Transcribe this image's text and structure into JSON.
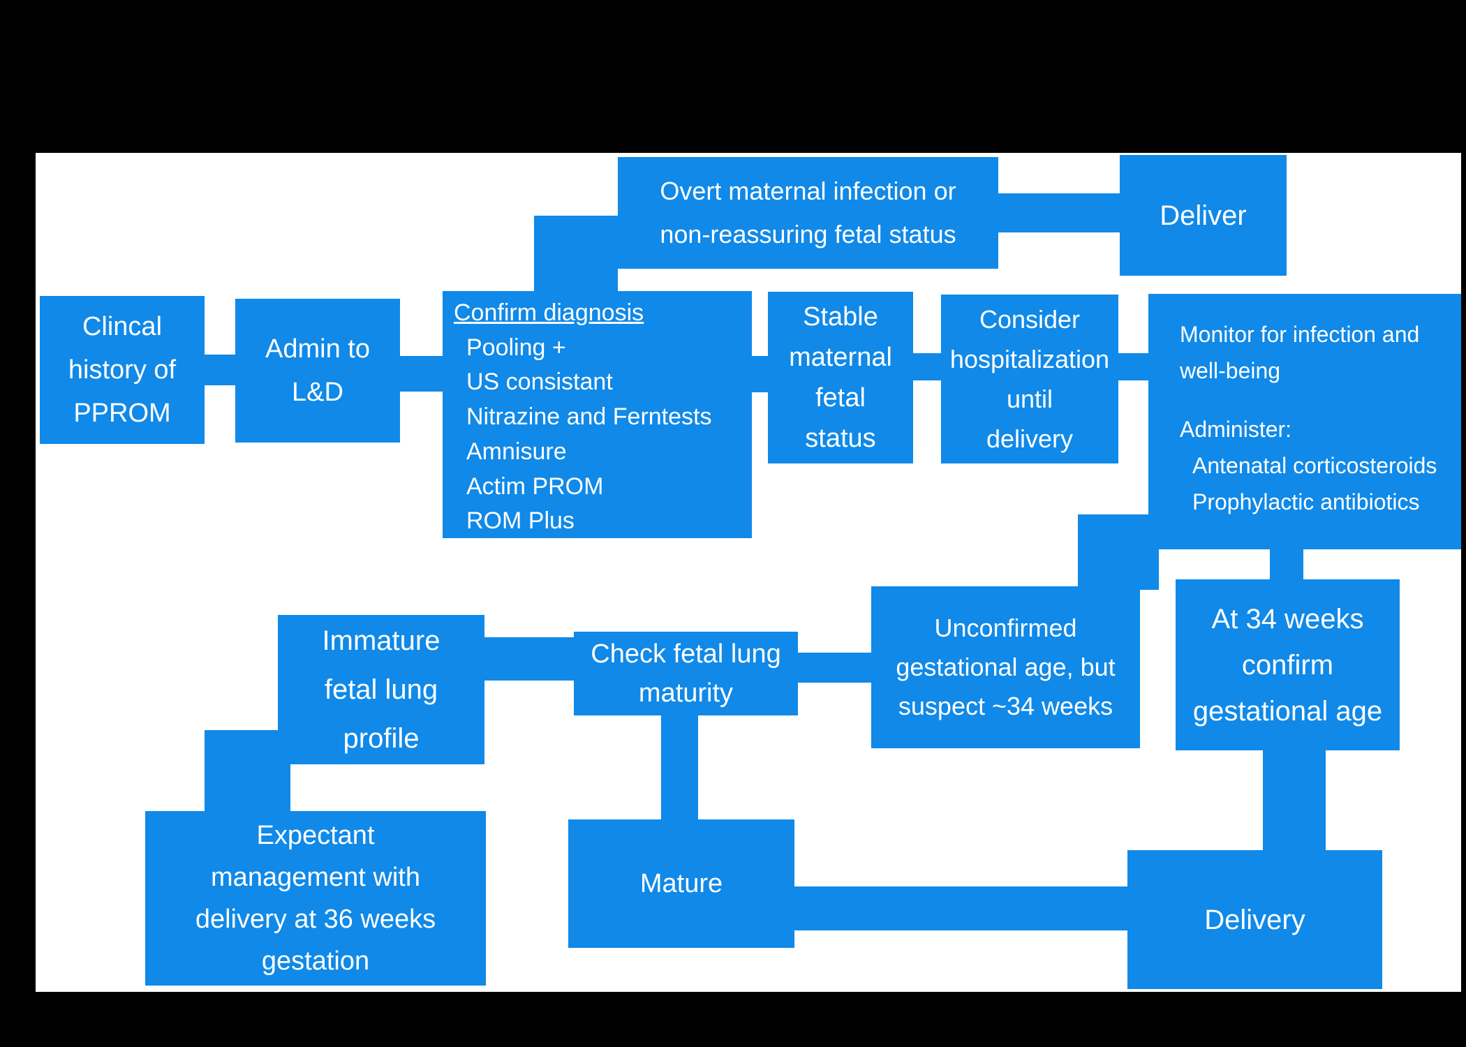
{
  "colors": {
    "background": "#000000",
    "panel": "#ffffff",
    "node_fill": "#1089e8",
    "node_text": "#ffffff"
  },
  "flowchart": {
    "nodes": [
      {
        "id": "overt-infection",
        "align": "center",
        "lines": [
          "Overt maternal infection or",
          "non-reassuring fetal status"
        ]
      },
      {
        "id": "deliver",
        "align": "center",
        "lines": [
          "Deliver"
        ]
      },
      {
        "id": "clinical-history",
        "align": "center",
        "lines": [
          "Clincal",
          "history of",
          "PPROM"
        ]
      },
      {
        "id": "admit-ld",
        "align": "center",
        "lines": [
          "Admin to",
          "L&D"
        ]
      },
      {
        "id": "confirm-diagnosis",
        "align": "left",
        "heading": "Confirm diagnosis",
        "items": [
          "Pooling +",
          "US consistant",
          "Nitrazine and Ferntests",
          "Amnisure",
          "Actim PROM",
          "ROM Plus"
        ]
      },
      {
        "id": "stable-status",
        "align": "center",
        "lines": [
          "Stable",
          "maternal",
          "fetal",
          "status"
        ]
      },
      {
        "id": "consider-hospitalization",
        "align": "center",
        "lines": [
          "Consider",
          "hospitalization",
          "until",
          "delivery"
        ]
      },
      {
        "id": "monitor-infection",
        "align": "left",
        "lines": [
          "Monitor for infection and",
          "well-being",
          "",
          "Administer:",
          "Antenatal corticosteroids",
          "Prophylactic antibiotics"
        ]
      },
      {
        "id": "immature-profile",
        "align": "center",
        "lines": [
          "Immature",
          "fetal lung",
          "profile"
        ]
      },
      {
        "id": "check-lung-maturity",
        "align": "center",
        "lines": [
          "Check fetal lung",
          "maturity"
        ]
      },
      {
        "id": "unconfirmed-ga",
        "align": "center",
        "lines": [
          "Unconfirmed",
          "gestational age, but",
          "suspect ~34 weeks"
        ]
      },
      {
        "id": "at-34-weeks",
        "align": "center",
        "lines": [
          "At 34 weeks",
          "confirm",
          "gestational age"
        ]
      },
      {
        "id": "expectant-management",
        "align": "center",
        "lines": [
          "Expectant",
          "management with",
          "delivery at 36 weeks",
          "gestation"
        ]
      },
      {
        "id": "mature",
        "align": "center",
        "lines": [
          "Mature"
        ]
      },
      {
        "id": "delivery",
        "align": "center",
        "lines": [
          "Delivery"
        ]
      }
    ],
    "edges": [
      {
        "id": "confirm-to-overt",
        "from": "confirm-diagnosis",
        "to": "overt-infection"
      },
      {
        "id": "overt-to-deliver",
        "from": "overt-infection",
        "to": "deliver"
      },
      {
        "id": "clinical-to-admit",
        "from": "clinical-history",
        "to": "admit-ld"
      },
      {
        "id": "admit-to-confirm",
        "from": "admit-ld",
        "to": "confirm-diagnosis"
      },
      {
        "id": "confirm-to-stable",
        "from": "confirm-diagnosis",
        "to": "stable-status"
      },
      {
        "id": "stable-to-consider",
        "from": "stable-status",
        "to": "consider-hospitalization"
      },
      {
        "id": "consider-to-monitor",
        "from": "consider-hospitalization",
        "to": "monitor-infection"
      },
      {
        "id": "monitor-to-unconfirmed",
        "from": "monitor-infection",
        "to": "unconfirmed-ga"
      },
      {
        "id": "monitor-to-at34",
        "from": "monitor-infection",
        "to": "at-34-weeks"
      },
      {
        "id": "immature-to-check",
        "from": "immature-profile",
        "to": "check-lung-maturity"
      },
      {
        "id": "check-to-unconfirmed",
        "from": "check-lung-maturity",
        "to": "unconfirmed-ga"
      },
      {
        "id": "check-to-mature",
        "from": "check-lung-maturity",
        "to": "mature"
      },
      {
        "id": "immature-to-expectant",
        "from": "immature-profile",
        "to": "expectant-management"
      },
      {
        "id": "mature-to-delivery",
        "from": "mature",
        "to": "delivery"
      },
      {
        "id": "at34-to-delivery",
        "from": "at-34-weeks",
        "to": "delivery"
      }
    ]
  }
}
